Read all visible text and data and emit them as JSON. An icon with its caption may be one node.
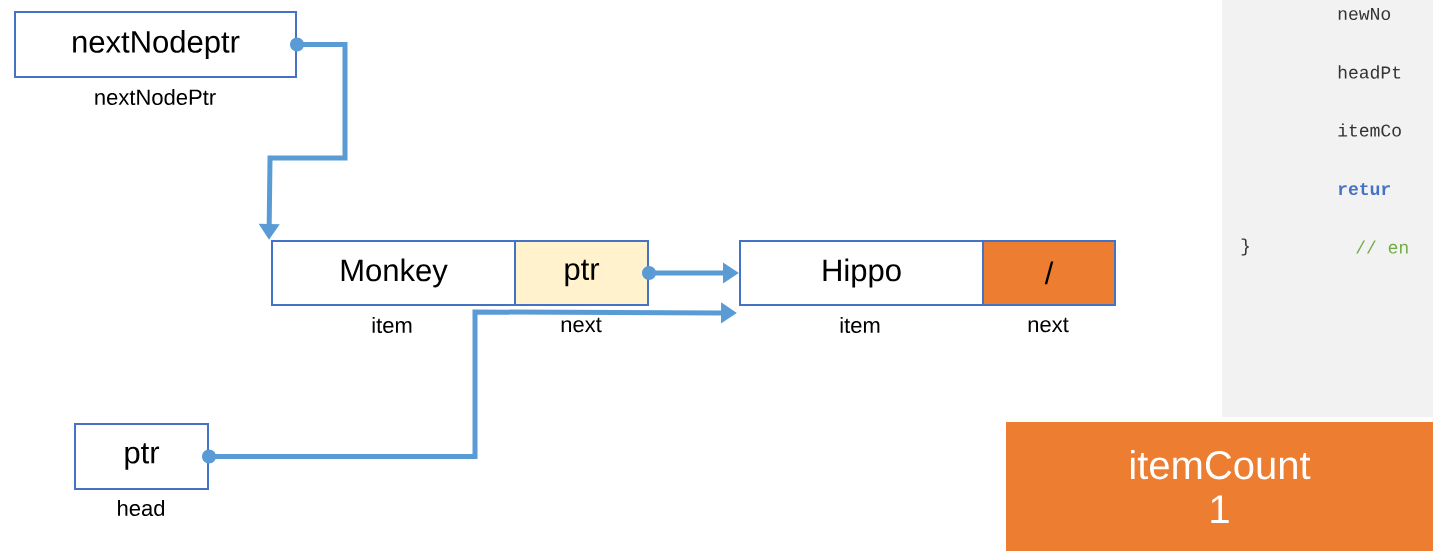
{
  "diagram": {
    "nodes": [
      {
        "text": [
          "nextNodeptr"
        ],
        "beside": [
          "nextNodePtr"
        ]
      },
      {
        "text": [
          "Monkey"
        ],
        "beside": [
          "item"
        ]
      },
      {
        "text": [
          "ptr"
        ],
        "beside": [
          "next"
        ]
      },
      {
        "text": [
          "Hippo"
        ],
        "beside": [
          "item"
        ]
      },
      {
        "text": [
          "/"
        ],
        "beside": [
          "next"
        ]
      },
      {
        "text": [
          "ptr"
        ],
        "beside": [
          "head"
        ]
      },
      {
        "text": [
          "newNo",
          "headPt",
          "itemCo",
          "retur",
          "}",
          "// en"
        ]
      },
      {
        "text": [
          "itemCount",
          "1"
        ]
      }
    ],
    "edges": [
      {
        "from": 0,
        "to": 1,
        "arrow": "to"
      },
      {
        "from": 2,
        "to": 3,
        "arrow": "to"
      },
      {
        "from": 5,
        "to": 3,
        "arrow": "to"
      }
    ]
  }
}
